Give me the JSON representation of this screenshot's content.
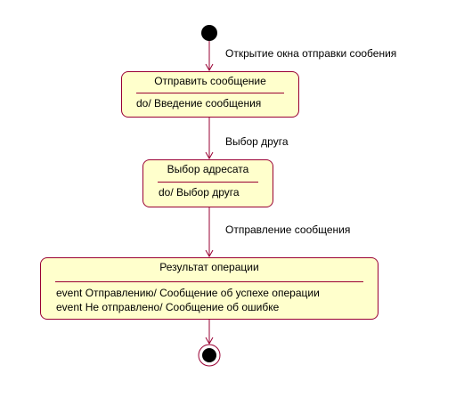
{
  "diagram": {
    "type": "state-machine",
    "colors": {
      "line": "#990033",
      "state_fill": "#ffffcc",
      "marker": "#000000"
    },
    "transitions": [
      {
        "from": "initial",
        "to": "send_message",
        "label": "Открытие окна отправки сообения"
      },
      {
        "from": "send_message",
        "to": "choose_recipient",
        "label": "Выбор друга"
      },
      {
        "from": "choose_recipient",
        "to": "operation_result",
        "label": "Отправление сообщения"
      },
      {
        "from": "operation_result",
        "to": "final",
        "label": ""
      }
    ],
    "states": {
      "send_message": {
        "name": "Отправить сообщение",
        "actions": [
          "do/ Введение сообщения"
        ]
      },
      "choose_recipient": {
        "name": "Выбор адресата",
        "actions": [
          "do/ Выбор друга"
        ]
      },
      "operation_result": {
        "name": "Результат операции",
        "actions": [
          "event Отправлению/ Сообщение об успехе операции",
          "event Не отправлено/ Сообщение об ошибке"
        ]
      }
    }
  }
}
